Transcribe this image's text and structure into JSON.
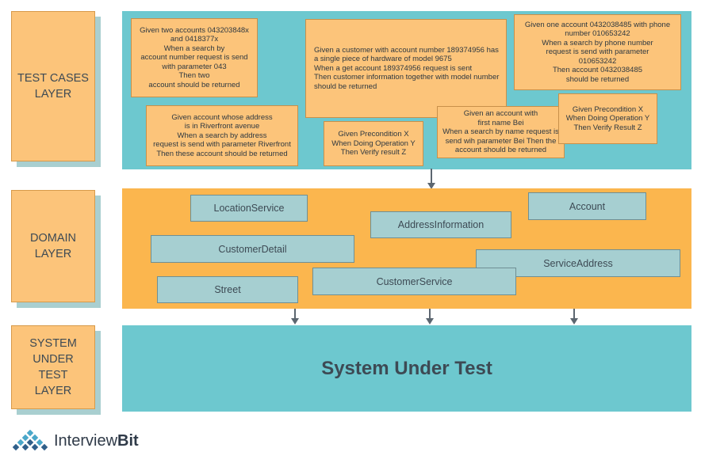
{
  "layers": {
    "test_cases": "TEST CASES\nLAYER",
    "domain": "DOMAIN\nLAYER",
    "sut": "SYSTEM\nUNDER\nTEST\nLAYER"
  },
  "test_cases": [
    "Given two accounts 043203848x\nand 0418377x\nWhen a search by\naccount number request is send\nwith parameter 043\nThen two\naccount should be returned",
    "Given account whose address\nis in Riverfront avenue\nWhen a search by address\nrequest is send with parameter Riverfront\nThen these account should be returned",
    "Given a customer with account number 189374956 has\na single piece of hardware of model 9675\nWhen a get account 189374956 request is sent\nThen customer information together with model number\nshould be returned",
    "Given Precondition X\nWhen Doing Operation Y\nThen Verify result Z",
    "Given an account with\nfirst name Bei\nWhen a search by name request is\nsend wih parameter Bei Then the\naccount should be returned",
    "Given one account 0432038485 with phone\nnumber 010653242\nWhen a search by phone number\nrequest is send with parameter\n010653242\nThen account 0432038485\nshould be returned",
    "Given Precondition X\nWhen Doing Operation Y\nThen Verify Result Z"
  ],
  "entities": [
    "LocationService",
    "AddressInformation",
    "Account",
    "CustomerDetail",
    "ServiceAddress",
    "CustomerService",
    "Street"
  ],
  "sut_title": "System Under Test",
  "logo": {
    "text_regular": "Interview",
    "text_bold": "Bit"
  },
  "colors": {
    "teal": "#6dc8cf",
    "orange": "#fbb64e",
    "note": "#fcc47a",
    "entity": "#a6cfd1"
  }
}
